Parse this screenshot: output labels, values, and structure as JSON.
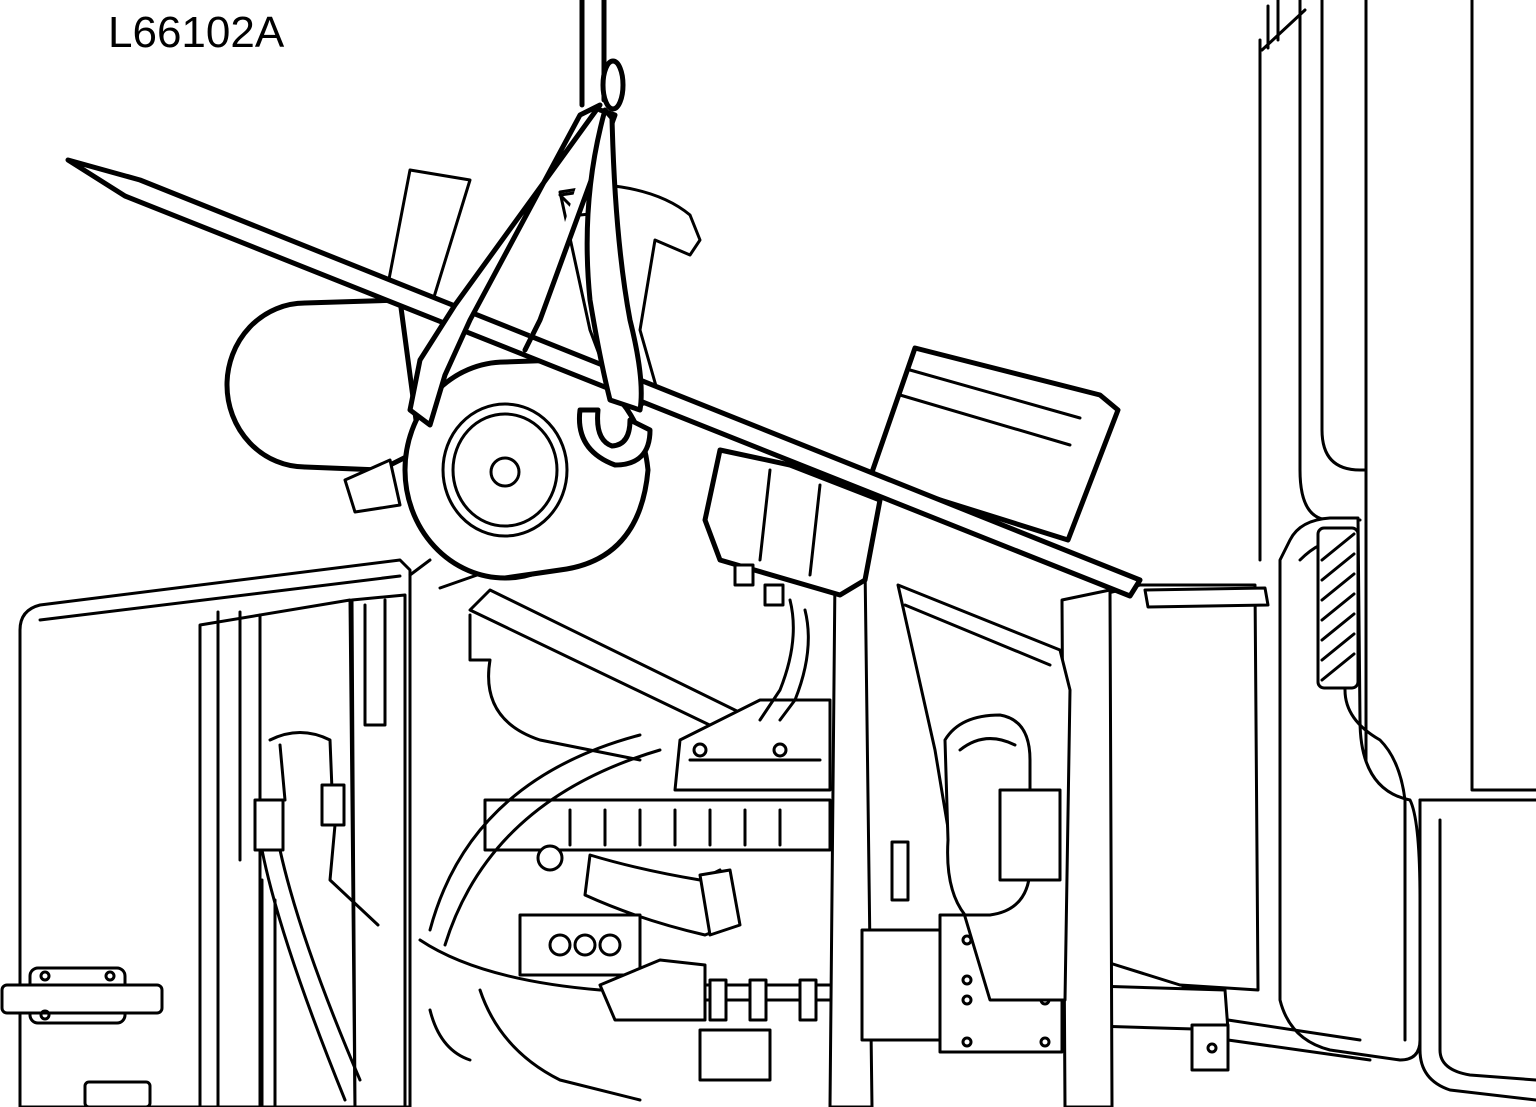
{
  "figure": {
    "id": "L66102A"
  },
  "colors": {
    "ink": "#000000",
    "paper": "#ffffff"
  },
  "parts": [
    "lifting-chain",
    "lifting-strap",
    "lifting-bar",
    "air-cleaner-housing",
    "air-cleaner-element",
    "intake-duct",
    "engine-block",
    "radiator",
    "front-chassis-frame",
    "cab-wall",
    "hood-latch"
  ]
}
